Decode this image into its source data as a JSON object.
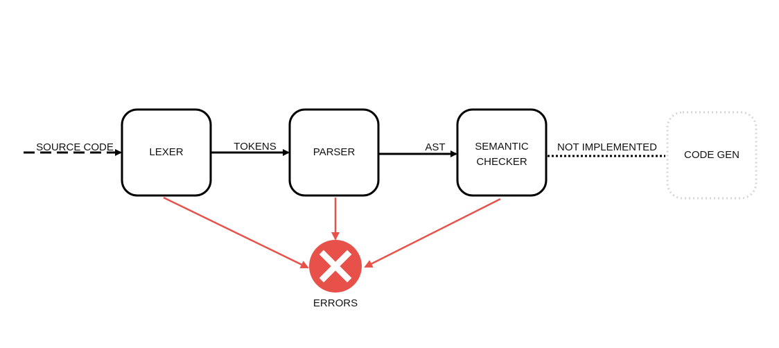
{
  "diagram": {
    "input_label": "SOURCE CODE",
    "nodes": {
      "lexer": "LEXER",
      "parser": "PARSER",
      "semantic_checker_line1": "SEMANTIC",
      "semantic_checker_line2": "CHECKER",
      "code_gen": "CODE GEN"
    },
    "edges": {
      "lexer_to_parser": "TOKENS",
      "parser_to_checker": "AST",
      "checker_to_codegen": "NOT IMPLEMENTED"
    },
    "errors_label": "ERRORS",
    "icons": {
      "errors": "close-x-icon"
    },
    "colors": {
      "error": "#e8514a",
      "stroke": "#000000",
      "ghost_stroke": "#d6d6d6"
    }
  }
}
